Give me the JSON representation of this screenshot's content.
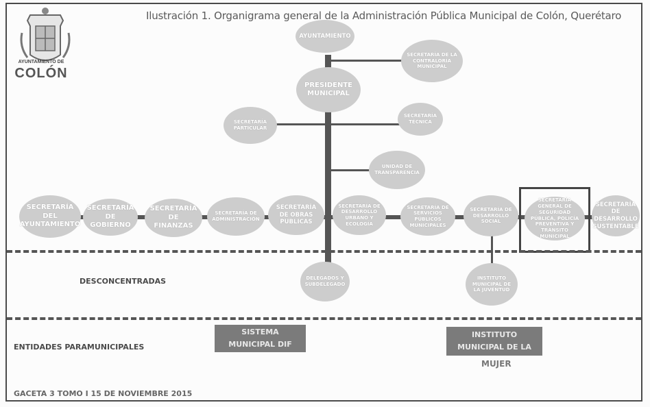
{
  "header": {
    "title": "Ilustración 1. Organigrama general de la Administración Pública Municipal de Colón, Querétaro",
    "logo_top": "AYUNTAMIENTO DE",
    "logo_main": "COLÓN"
  },
  "nodes": {
    "ayuntamiento": "AYUNTAMIENTO",
    "contraloria": "SECRETARÍA DE LA CONTRALORÍA MUNICIPAL",
    "presidente": "PRESIDENTE MUNICIPAL",
    "particular": "SECRETARÍA PARTICULAR",
    "tecnica": "SECRETARÍA TÉCNICA",
    "transparencia": "UNIDAD DE TRANSPARENCIA",
    "s_ayuntamiento": "SECRETARÍA DEL AYUNTAMIENTO",
    "s_gobierno": "SECRETARÍA DE GOBIERNO",
    "s_finanzas": "SECRETARÍA DE FINANZAS",
    "s_administracion": "SECRETARÍA DE ADMINISTRACIÓN",
    "s_obras": "SECRETARÍA DE OBRAS PUBLICAS",
    "s_desarrollo_urbano": "SECRETARÍA DE DESARROLLO URBANO Y ECOLOGÍA",
    "s_servicios": "SECRETARÍA DE SERVICIOS PÚBLICOS MUNICIPALES",
    "s_desarrollo_social": "SECRETARÍA DE DESARROLLO SOCIAL",
    "s_seguridad": "SECRETARÍA GENERAL DE SEGURIDAD PÚBLICA, POLICÍA PREVENTIVA Y TRÁNSITO MUNICIPAL",
    "s_sustentable": "SECRETARÍA DE DESARROLLO SUSTENTABLE",
    "delegados": "DELEGADOS Y SUBDELEGADO",
    "juventud": "INSTITUTO MUNICIPAL DE LA JUVENTUD"
  },
  "sections": {
    "desconcentradas": "DESCONCENTRADAS",
    "paramunicipales": "ENTIDADES PARAMUNICIPALES"
  },
  "boxes": {
    "dif": "SISTEMA MUNICIPAL DIF",
    "mujer_box": "INSTITUTO MUNICIPAL DE LA",
    "mujer_tail": "MUJER"
  },
  "footer": "GACETA 3 TOMO I 15 DE NOVIEMBRE 2015"
}
